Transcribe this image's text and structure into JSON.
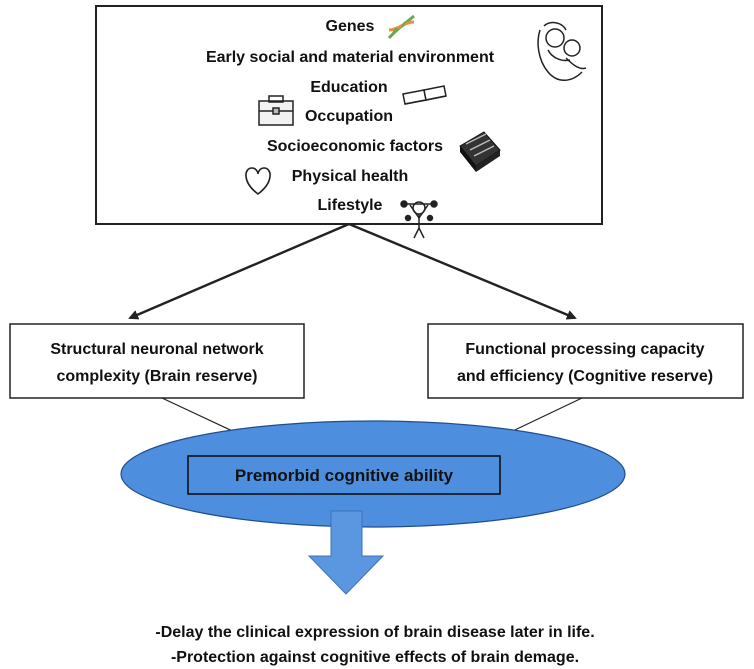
{
  "factors_box": {
    "items": [
      "Genes",
      "Early social and material environment",
      "Education",
      "Occupation",
      "Socioeconomic factors",
      "Physical health",
      "Lifestyle"
    ]
  },
  "left_box": {
    "line1": "Structural neuronal network",
    "line2": "complexity (Brain reserve)"
  },
  "right_box": {
    "line1": "Functional processing capacity",
    "line2": "and efficiency (Cognitive reserve)"
  },
  "center": {
    "label": "Premorbid cognitive ability"
  },
  "outcomes": [
    "-Delay the clinical expression of brain disease later in life.",
    "-Protection against cognitive effects of brain demage."
  ],
  "colors": {
    "ellipse_fill": "#4d8ede",
    "arrow_fill": "#5b96e0",
    "stroke": "#222222"
  },
  "icons": [
    "dna-icon",
    "family-icon",
    "book-icon",
    "briefcase-icon",
    "money-stack-icon",
    "heart-icon",
    "exercise-figure-icon"
  ]
}
